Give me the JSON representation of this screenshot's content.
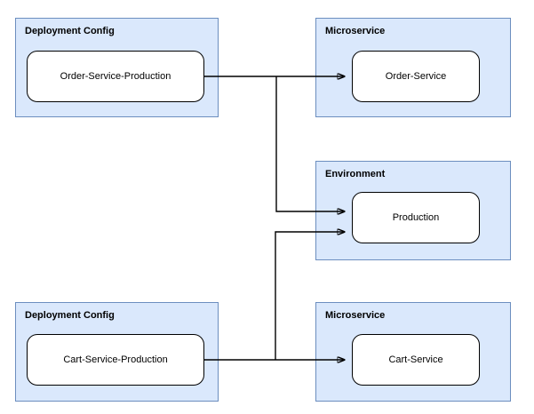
{
  "diagram": {
    "type": "entity-relationship-flow",
    "background_color": "#ffffff",
    "group_fill_color": "#dae8fc",
    "group_border_color": "#6c8ebf",
    "node_fill_color": "#ffffff",
    "node_border_color": "#000000",
    "edge_color": "#000000",
    "groups": [
      {
        "id": "deployment-config-top",
        "title": "Deployment Config",
        "node": {
          "id": "order-service-production",
          "label": "Order-Service-Production"
        }
      },
      {
        "id": "microservice-top",
        "title": "Microservice",
        "node": {
          "id": "order-service",
          "label": "Order-Service"
        }
      },
      {
        "id": "environment",
        "title": "Environment",
        "node": {
          "id": "production",
          "label": "Production"
        }
      },
      {
        "id": "deployment-config-bottom",
        "title": "Deployment Config",
        "node": {
          "id": "cart-service-production",
          "label": "Cart-Service-Production"
        }
      },
      {
        "id": "microservice-bottom",
        "title": "Microservice",
        "node": {
          "id": "cart-service",
          "label": "Cart-Service"
        }
      }
    ],
    "edges": [
      {
        "id": "edge-order-config-to-order-service",
        "from": "order-service-production",
        "to": "order-service",
        "arrow": "end"
      },
      {
        "id": "edge-order-config-to-production",
        "from": "order-service-production",
        "to": "production",
        "arrow": "end"
      },
      {
        "id": "edge-cart-config-to-cart-service",
        "from": "cart-service-production",
        "to": "cart-service",
        "arrow": "end"
      },
      {
        "id": "edge-cart-config-to-production",
        "from": "cart-service-production",
        "to": "production",
        "arrow": "end"
      }
    ]
  }
}
